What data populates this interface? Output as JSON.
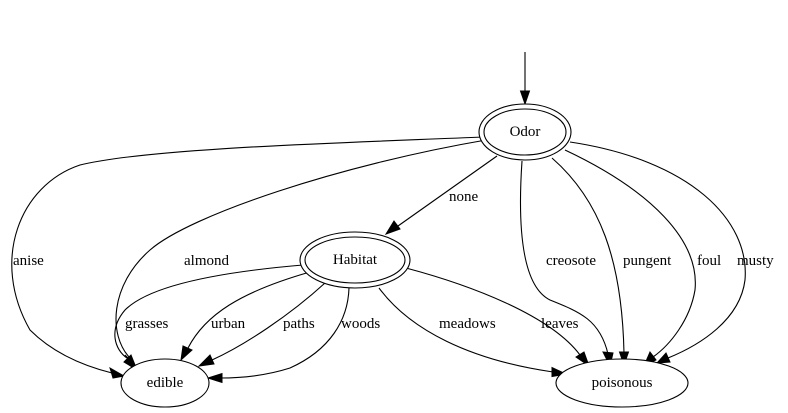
{
  "nodes": {
    "odor": {
      "label": "Odor",
      "shape": "double-ellipse"
    },
    "habitat": {
      "label": "Habitat",
      "shape": "double-ellipse"
    },
    "edible": {
      "label": "edible",
      "shape": "ellipse"
    },
    "poisonous": {
      "label": "poisonous",
      "shape": "ellipse"
    }
  },
  "edges": {
    "entry": {
      "from": "",
      "to": "odor",
      "label": ""
    },
    "odor_anise": {
      "from": "odor",
      "to": "edible",
      "label": "anise"
    },
    "odor_almond": {
      "from": "odor",
      "to": "edible",
      "label": "almond"
    },
    "odor_none": {
      "from": "odor",
      "to": "habitat",
      "label": "none"
    },
    "odor_creosote": {
      "from": "odor",
      "to": "poisonous",
      "label": "creosote"
    },
    "odor_pungent": {
      "from": "odor",
      "to": "poisonous",
      "label": "pungent"
    },
    "odor_foul": {
      "from": "odor",
      "to": "poisonous",
      "label": "foul"
    },
    "odor_musty": {
      "from": "odor",
      "to": "poisonous",
      "label": "musty"
    },
    "habitat_grasses": {
      "from": "habitat",
      "to": "edible",
      "label": "grasses"
    },
    "habitat_urban": {
      "from": "habitat",
      "to": "edible",
      "label": "urban"
    },
    "habitat_paths": {
      "from": "habitat",
      "to": "edible",
      "label": "paths"
    },
    "habitat_woods": {
      "from": "habitat",
      "to": "edible",
      "label": "woods"
    },
    "habitat_meadows": {
      "from": "habitat",
      "to": "poisonous",
      "label": "meadows"
    },
    "habitat_leaves": {
      "from": "habitat",
      "to": "poisonous",
      "label": "leaves"
    }
  }
}
